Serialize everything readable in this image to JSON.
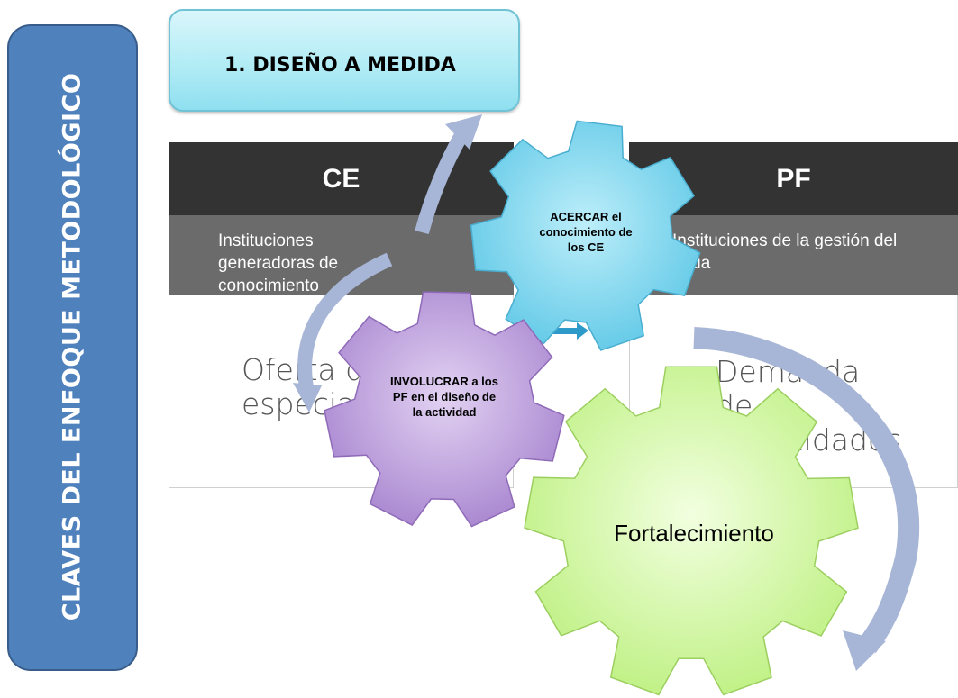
{
  "sidebar": {
    "label": "CLAVES DEL ENFOQUE METODOLÓGICO"
  },
  "header_box": {
    "label": "1. DISEÑO A MEDIDA"
  },
  "columns": [
    {
      "head": "CE",
      "subtitle": "Instituciones generadoras de conocimiento",
      "body": "Oferta de especialización"
    },
    {
      "head": "PF",
      "subtitle": "Instituciones de la gestión del agua",
      "body": "Demanda de capacidades"
    }
  ],
  "gears": [
    {
      "label": "ACERCAR el conocimiento de los CE",
      "color": "#7fd6ee"
    },
    {
      "label": "INVOLUCRAR a los PF en el diseño de la actividad",
      "color": "#b99bd8"
    },
    {
      "label": "Fortalecimiento",
      "color": "#ccf59a"
    }
  ],
  "colors": {
    "sidebar": "#4f81bd",
    "arrow": "#a7b6d6",
    "dark_header": "#333333",
    "gray_sub": "#6b6b6b"
  }
}
